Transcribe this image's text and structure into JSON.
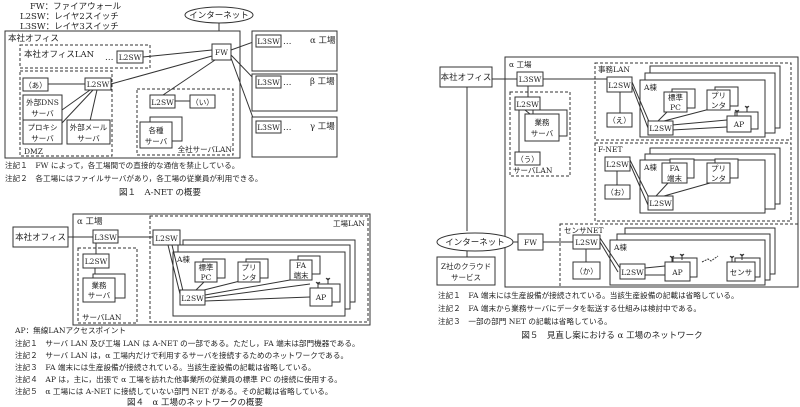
{
  "fig1": {
    "legend": [
      "FW：ファイアウォール",
      "L2SW：レイヤ2スイッチ",
      "L3SW：レイヤ3スイッチ"
    ],
    "internet": "インターネット",
    "hq": "本社オフィス",
    "hq_lan": "本社オフィスLAN",
    "l2sw": "L2SW",
    "l3sw": "L3SW",
    "fw": "FW",
    "ellipsis": "…",
    "factories": [
      "α 工場",
      "β 工場",
      "γ 工場"
    ],
    "dmz": "DMZ",
    "a": "（あ）",
    "dns": [
      "外部DNS",
      "サーバ"
    ],
    "proxy": [
      "プロキシ",
      "サーバ"
    ],
    "mail": [
      "外部メール",
      "サーバ"
    ],
    "i": "（い）",
    "servers": [
      "各種",
      "サーバ"
    ],
    "server_lan": "全社サーバLAN",
    "notes": [
      "注記１　FW によって，各工場間での直接的な通信を禁止している。",
      "注記２　各工場にはファイルサーバがあり，各工場の従業員が利用できる。"
    ],
    "caption": "図１　A-NET の概要"
  },
  "fig4": {
    "hq": "本社オフィス",
    "factory": "α 工場",
    "l3sw": "L3SW",
    "l2sw": "L2SW",
    "server_lan": "サーバLAN",
    "biz_server": [
      "業務",
      "サーバ"
    ],
    "factory_lan": "工場LAN",
    "bldg": "A棟",
    "pc": [
      "標準",
      "PC"
    ],
    "printer": [
      "プリ",
      "ンタ"
    ],
    "fa": [
      "FA",
      "端末"
    ],
    "ap": "AP",
    "ap_legend": "AP：無線LANアクセスポイント",
    "notes": [
      "注記１　サーバ LAN 及び工場 LAN は A-NET の一部である。ただし，FA 端末は部門機器である。",
      "注記２　サーバ LAN は，α 工場内だけで利用するサーバを接続するためのネットワークである。",
      "注記３　FA 端末には生産設備が接続されている。当該生産設備の記載は省略している。",
      "注記４　AP は，主に，出張で α 工場を訪れた他事業所の従業員の標準 PC の接続に使用する。",
      "注記５　α 工場には A-NET に接続していない部門 NET がある。その記載は省略している。"
    ],
    "caption": "図４　α 工場のネットワークの概要"
  },
  "fig5": {
    "hq": "本社オフィス",
    "factory": "α 工場",
    "l3sw": "L3SW",
    "l2sw": "L2SW",
    "server_lan": "サーバLAN",
    "biz_server": [
      "業務",
      "サーバ"
    ],
    "u": "（う）",
    "office_lan": "事務LAN",
    "e": "（え）",
    "bldg": "A棟",
    "pc": [
      "標準",
      "PC"
    ],
    "printer": [
      "プリ",
      "ンタ"
    ],
    "ap": "AP",
    "fnet": "F-NET",
    "o": "（お）",
    "fa": [
      "FA",
      "端末"
    ],
    "sensor_net": "センサNET",
    "ka": "（か）",
    "sensor": "センサ",
    "internet": "インターネット",
    "fw": "FW",
    "cloud": [
      "Z社のクラウド",
      "サービス"
    ],
    "notes": [
      "注記１　FA 端末には生産設備が接続されている。当該生産設備の記載は省略している。",
      "注記２　FA 端末から業務サーバにデータを転送する仕組みは検討中である。",
      "注記３　一部の部門 NET の記載は省略している。"
    ],
    "caption": "図５　見直し案における α 工場のネットワーク"
  }
}
